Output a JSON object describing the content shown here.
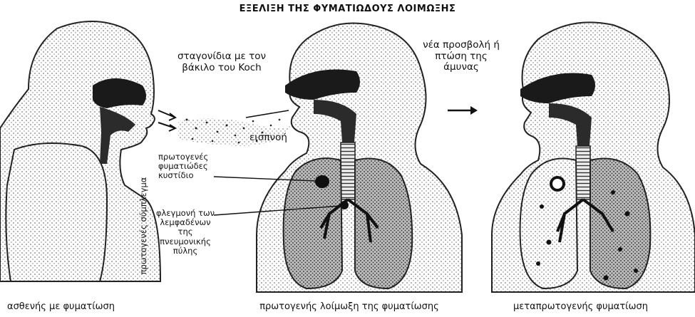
{
  "title": "ΕΞΕΛΙΞΗ ΤΗΣ ΦΥΜΑΤΙΩΔΟΥΣ ΛΟΙΜΩΞΗΣ",
  "captions": {
    "left": "ασθενής με φυματίωση",
    "middle": "πρωτογενής λοίμωξη της φυματίωσης",
    "right": "μεταπρωτογενής φυματίωση"
  },
  "notes": {
    "droplets_line1": "σταγονίδια με τον",
    "droplets_line2": "βάκιλο του Koch",
    "inhalation": "εισπνοή",
    "reexposure_line1": "νέα προσβολή ή",
    "reexposure_line2": "πτώση της",
    "reexposure_line3": "άμυνας"
  },
  "complex": {
    "vertical_label": "πρωτογενές σύμπλεγμα",
    "tubercle_line1": "πρωτογενές",
    "tubercle_line2": "φυματιώδες",
    "tubercle_line3": "κυστίδιο",
    "node_line1": "φλεγμονή των",
    "node_line2": "λεμφαδένων",
    "node_line3": "της",
    "node_line4": "πνευμονικής",
    "node_line5": "πύλης"
  }
}
